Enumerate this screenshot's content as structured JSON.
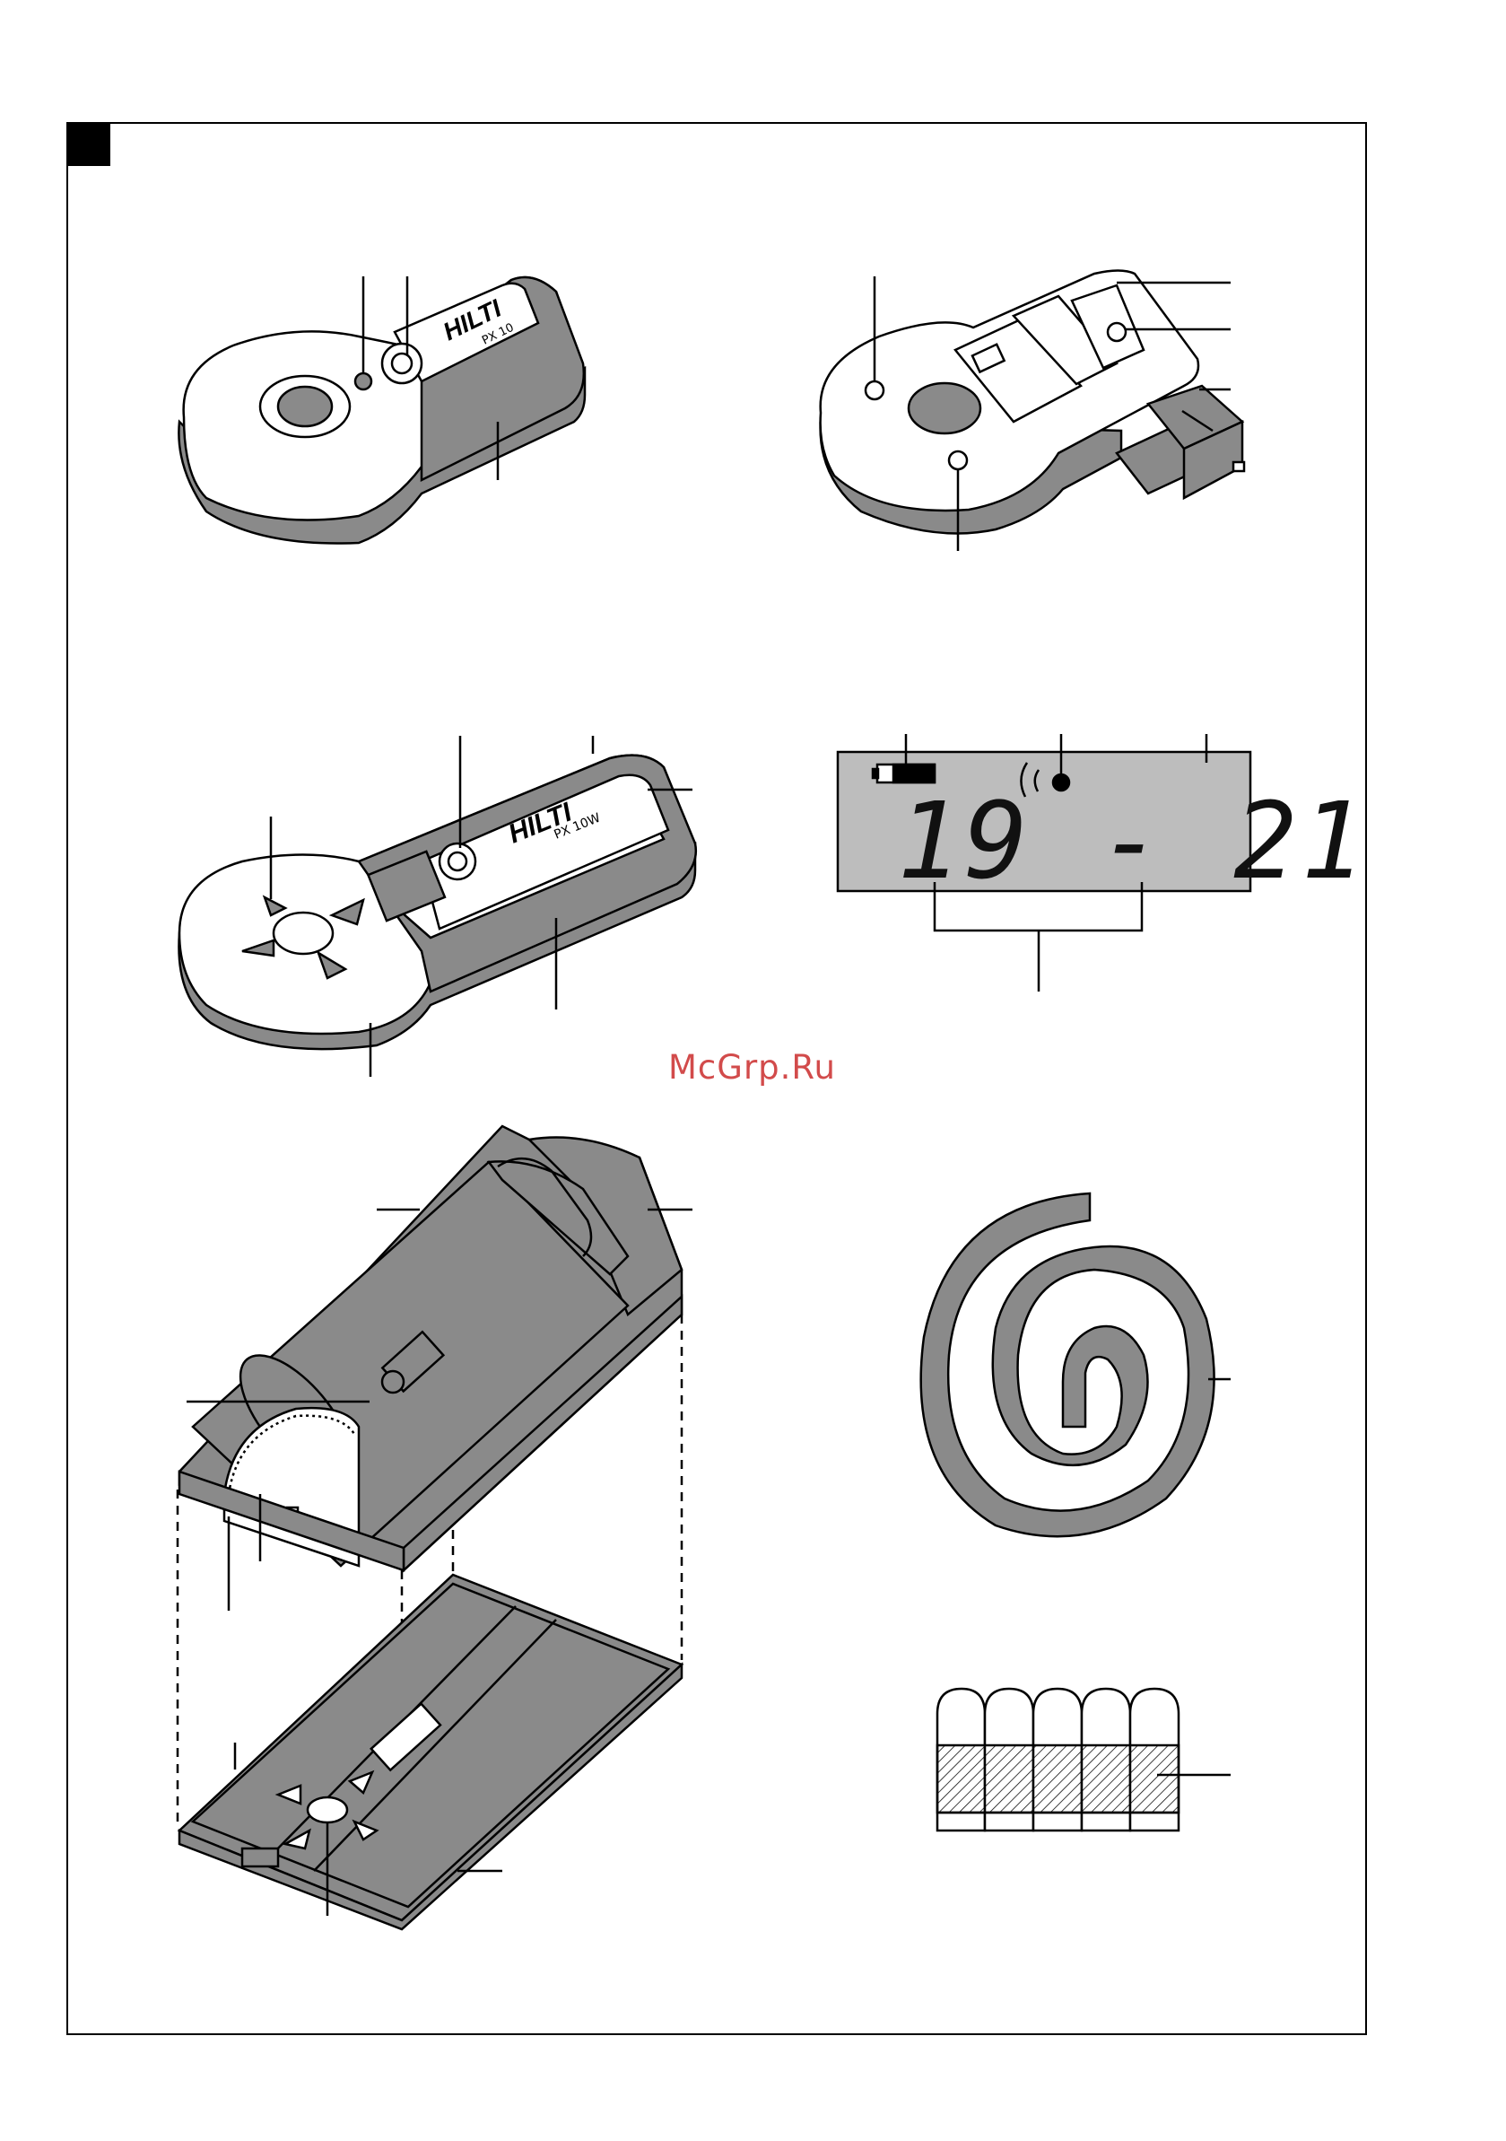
{
  "page": {
    "corner_marker_color": "#000000",
    "device_gray": "#8a8a8a",
    "lcd_gray": "#bdbdbd",
    "watermark_color": "#d24b4b"
  },
  "figure1": {
    "brand": "HILTI",
    "model": "PX 10"
  },
  "figure3": {
    "brand": "HILTI",
    "model": "PX 10W"
  },
  "figure4": {
    "display_value": "19 - 21"
  },
  "watermark": {
    "text": "McGrp.Ru"
  }
}
